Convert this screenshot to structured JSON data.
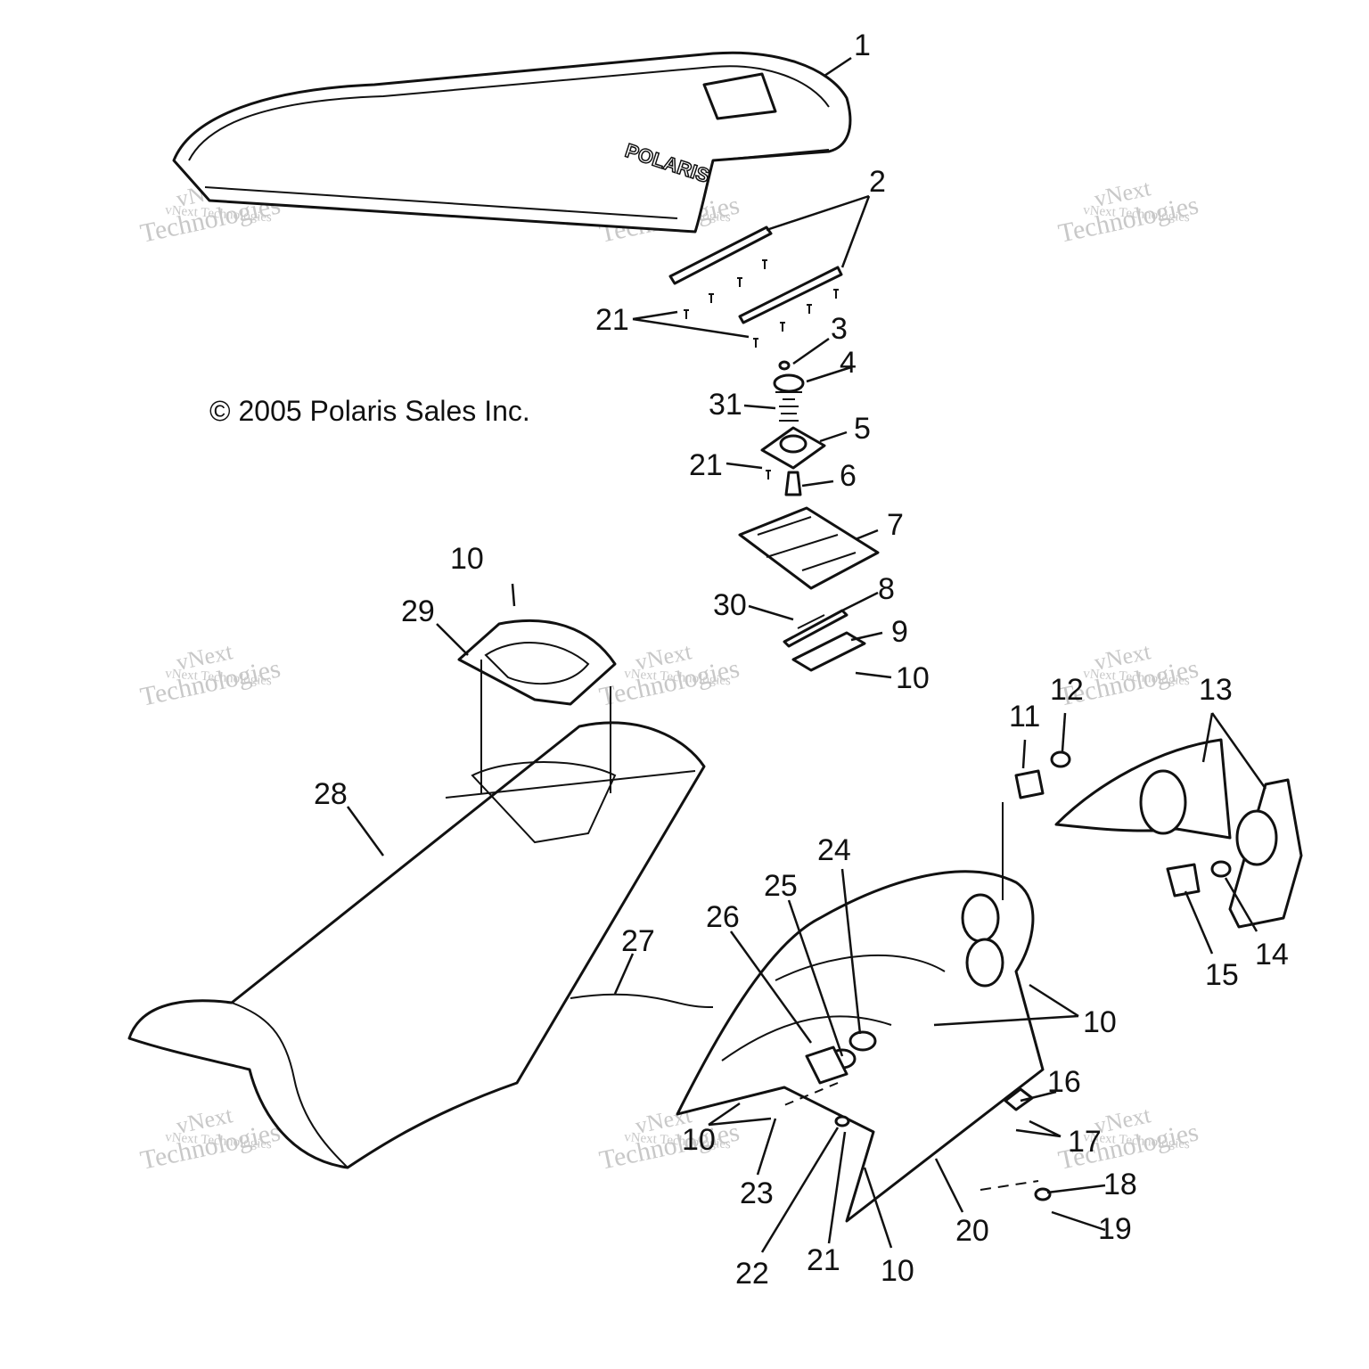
{
  "copyright": "© 2005 Polaris Sales Inc.",
  "logo_text": "POLARIS",
  "watermark": {
    "line1": "vNext",
    "line2": "vNext Technologies",
    "line3": "Technologies"
  },
  "callouts": [
    "1",
    "2",
    "21",
    "3",
    "4",
    "31",
    "5",
    "21",
    "6",
    "7",
    "8",
    "30",
    "9",
    "10",
    "10",
    "29",
    "28",
    "27",
    "26",
    "25",
    "24",
    "11",
    "12",
    "13",
    "15",
    "14",
    "10",
    "16",
    "17",
    "18",
    "19",
    "20",
    "10",
    "21",
    "22",
    "23",
    "10"
  ]
}
